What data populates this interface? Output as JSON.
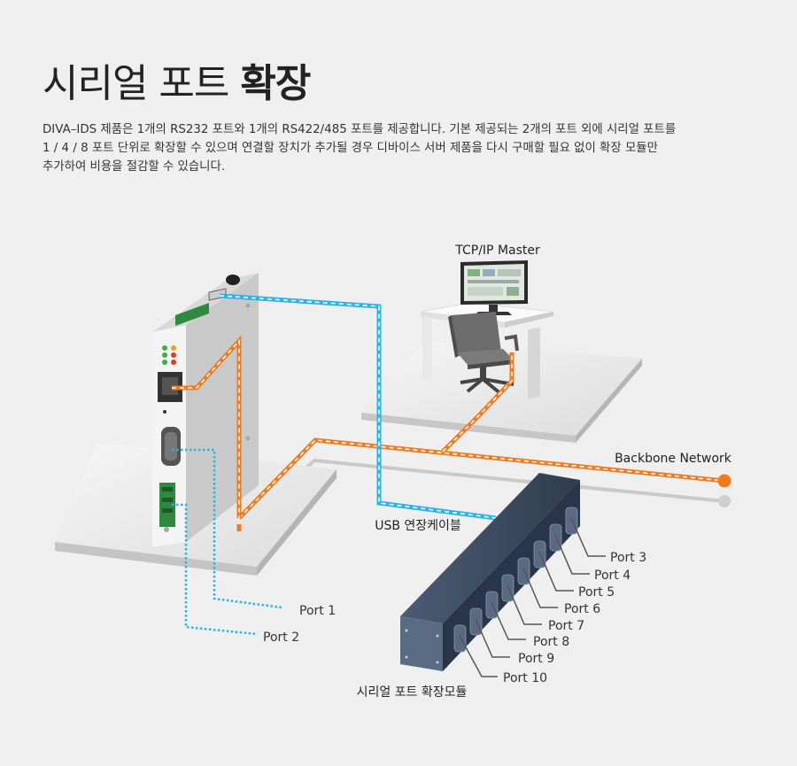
{
  "title": {
    "normal": "시리얼 포트",
    "bold": "확장"
  },
  "description": [
    "DIVA–IDS 제품은 1개의 RS232 포트와 1개의 RS422/485 포트를 제공합니다. 기본 제공되는 2개의 포트 외에 시리얼 포트를",
    "1 / 4 / 8 포트 단위로 확장할 수 있으며 연결할 장치가 추가될 경우 디바이스 서버 제품을 다시 구매할 필요 없이 확장 모듈만",
    "추가하여 비용을 절감할 수 있습니다."
  ],
  "labels": {
    "tcp_master": "TCP/IP Master",
    "backbone": "Backbone Network",
    "usb_cable": "USB 연장케이블",
    "module": "시리얼 포트 확장모듈",
    "port1": "Port 1",
    "port2": "Port 2"
  },
  "module_ports": [
    "Port 3",
    "Port 4",
    "Port 5",
    "Port 6",
    "Port 7",
    "Port 8",
    "Port 9",
    "Port 10"
  ],
  "colors": {
    "orange": "#f07a1e",
    "cyan": "#2ab4e6",
    "module": "#3e4d62",
    "gray_line": "#c8c8c8"
  }
}
